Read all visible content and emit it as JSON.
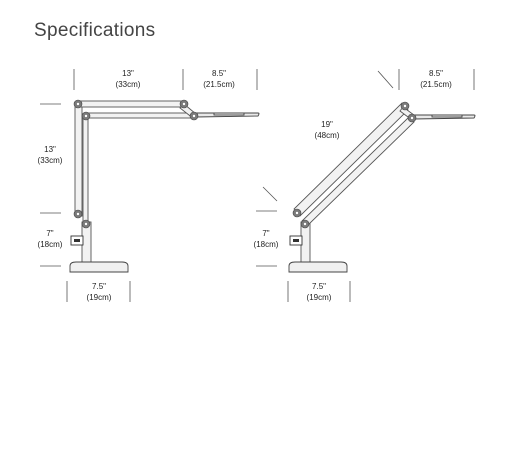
{
  "title": "Specifications",
  "left_drawing": {
    "arm_upper_width": {
      "line1": "13\"",
      "line2": "(33cm)"
    },
    "head_width": {
      "line1": "8.5\"",
      "line2": "(21.5cm)"
    },
    "arm_upper_height": {
      "line1": "13\"",
      "line2": "(33cm)"
    },
    "lower_height": {
      "line1": "7\"",
      "line2": "(18cm)"
    },
    "base_width": {
      "line1": "7.5\"",
      "line2": "(19cm)"
    }
  },
  "right_drawing": {
    "head_width": {
      "line1": "8.5\"",
      "line2": "(21.5cm)"
    },
    "arm_diagonal": {
      "line1": "19\"",
      "line2": "(48cm)"
    },
    "lower_height": {
      "line1": "7\"",
      "line2": "(18cm)"
    },
    "base_width": {
      "line1": "7.5\"",
      "line2": "(19cm)"
    }
  }
}
